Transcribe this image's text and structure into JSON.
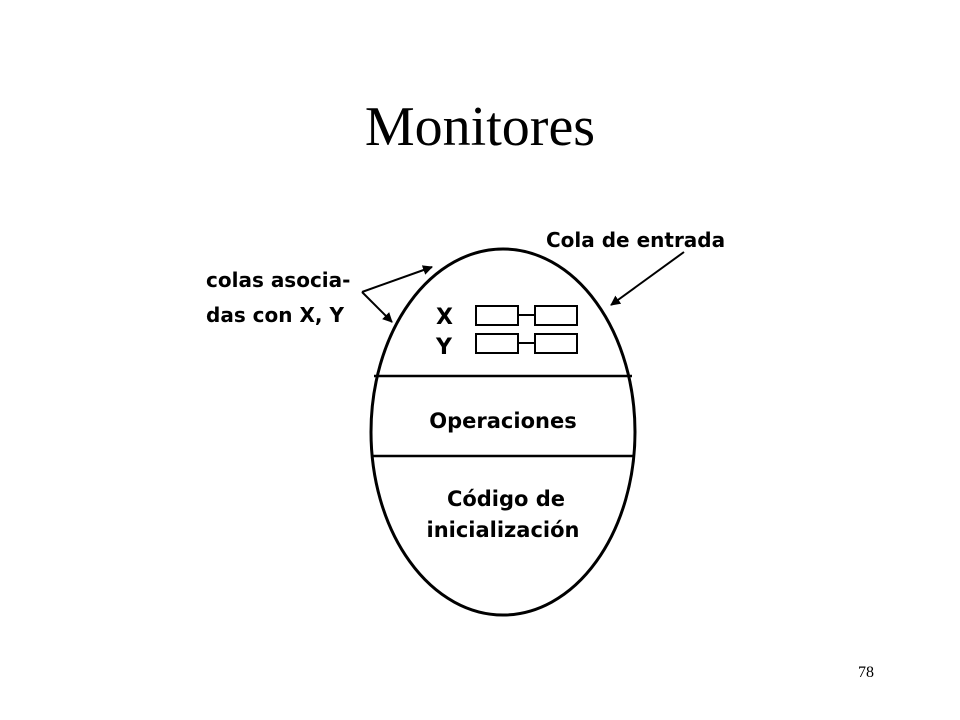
{
  "title": "Monitores",
  "page_number": "78",
  "diagram": {
    "label_entry_queue": "Cola de entrada",
    "label_associated_queues_line1": "colas asocia-",
    "label_associated_queues_line2": "das con X, Y",
    "condition_x": "X",
    "condition_y": "Y",
    "section_operations": "Operaciones",
    "section_init_line1": "Código de",
    "section_init_line2": "inicialización"
  }
}
